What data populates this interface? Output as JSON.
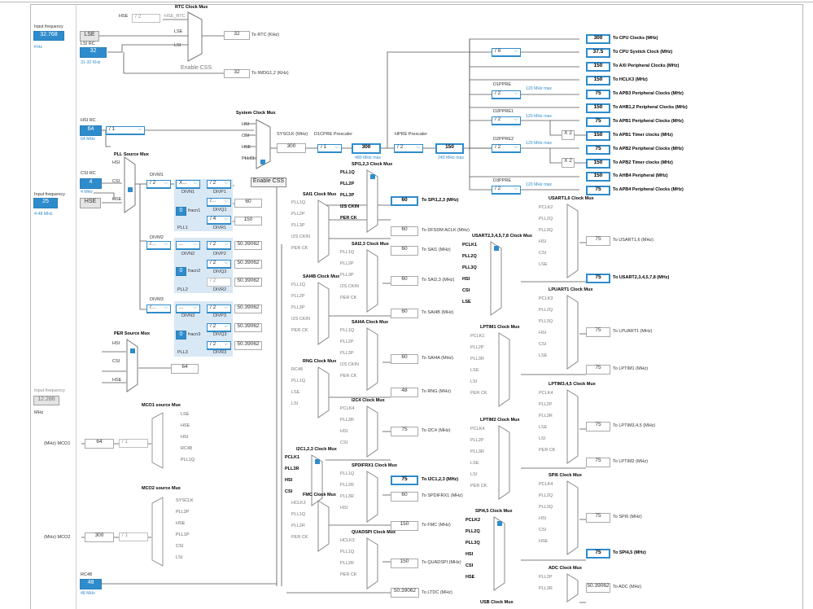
{
  "inputs": {
    "lse_freq_label": "Input frequency",
    "lse_freq_value": "32.768",
    "lse_freq_unit": "KHz",
    "lse_label": "LSE",
    "lsi_rc_label": "LSI RC",
    "lsi_value": "32",
    "lsi_range": "31-32 KHz",
    "hsi_rc_label": "HSI RC",
    "hsi_value": "64",
    "hsi_unit": "64 MHz",
    "hsi_div": "/ 1",
    "csi_rc_label": "CSI RC",
    "csi_value": "4",
    "csi_unit": "4 MHz",
    "hse_freq_label": "Input frequency",
    "hse_freq_value": "25",
    "hse_range": "4-48 MHz",
    "hse_label": "HSE",
    "i2s_freq_label": "Input frequency",
    "i2s_freq_value": "12.288",
    "i2s_freq_unit": "MHz",
    "hsi48_label": "RC48",
    "hsi48_value": "48",
    "hsi48_unit": "48 MHz"
  },
  "rtc": {
    "mux_label": "RTC Clock Mux",
    "hse_label": "HSE",
    "hse_div": "/ 2",
    "hse_rtc_label": "HSE_RTC",
    "lse_in": "LSE",
    "lsi_in": "LSI",
    "rtc_value": "32",
    "rtc_label": "To RTC (KHz)",
    "enable_css": "Enable CSS",
    "iwdg_value": "32",
    "iwdg_label": "To IWDG1,2 (KHz)"
  },
  "pll_source": {
    "mux_label": "PLL Source Mux",
    "in_hsi": "HSI",
    "in_csi": "CSI",
    "in_hse": "HSE"
  },
  "pll1": {
    "divm_label": "DIVM1",
    "divm_value": "/ 2",
    "divn_label": "DIVN1",
    "divn_value": "X...",
    "fracn_value": "0",
    "fracn_label": "fracn1",
    "pll_label": "PLL1",
    "divp_label": "DIVP1",
    "divp_value": "/ 2",
    "divq_label": "DIVQ1",
    "divq_value": "/...",
    "divq_out": "60",
    "divr_label": "DIVR1",
    "divr_value": "/ 4",
    "divr_out": "150"
  },
  "pll2": {
    "divm_label": "DIVM2",
    "divm_value": "/...",
    "divn_label": "DIVN2",
    "divn_value": "...",
    "fracn_value": "0",
    "fracn_label": "fracn2",
    "pll_label": "PLL2",
    "divp_label": "DIVP2",
    "divp_value": "/ 2",
    "divp_out": "50.39062",
    "divq_label": "DIVQ2",
    "divq_value": "/ 2",
    "divq_out": "50.39062",
    "divr_label": "DIVR2",
    "divr_value": "/ 2",
    "divr_out": "50.39062"
  },
  "pll3": {
    "divm_label": "DIVM3",
    "divm_value": "/...",
    "divn_label": "DIVN3",
    "divn_value": "...",
    "fracn_value": "0",
    "fracn_label": "fracn3",
    "pll_label": "PLL3",
    "divp_label": "DIVP3",
    "divp_value": "/ 2",
    "divp_out": "50.39062",
    "divq_label": "DIVQ3",
    "divq_value": "/ 2",
    "divq_out": "50.39062",
    "divr_label": "DIVR3",
    "divr_value": "/ 2",
    "divr_out": "50.39062"
  },
  "per_source": {
    "mux_label": "PER Source Mux",
    "in_hsi": "HSI",
    "in_csi": "CSI",
    "in_hse": "HSE",
    "out_value": "64"
  },
  "sysclk": {
    "mux_label": "System Clock Mux",
    "in_hsi": "HSI",
    "in_csi": "CSI",
    "in_hse": "HSE",
    "in_pll": "PLLCLK",
    "enable_css": "Enable CSS",
    "sysclk_label": "SYSCLK (MHz)",
    "sysclk_value": "300",
    "d1cpre_label": "D1CPRE Prescaler",
    "d1cpre_value": "/ 1",
    "cpu_value": "300",
    "cpu_max": "480 MHz max",
    "hpre_label": "HPRE Prescaler",
    "hpre_value": "/ 2",
    "hclk_value": "150",
    "hclk_max": "240 MHz max",
    "systick_div": "/ 8"
  },
  "outputs": [
    {
      "value": "300",
      "label": "To CPU Clocks (MHz)"
    },
    {
      "value": "37.5",
      "label": "To CPU Systick Clock (MHz)"
    },
    {
      "value": "150",
      "label": "To AXI Peripheral Clocks (MHz)"
    },
    {
      "value": "150",
      "label": "To HCLK3 (MHz)"
    },
    {
      "value": "75",
      "label": "To APB3 Peripheral Clocks (MHz)"
    },
    {
      "value": "150",
      "label": "To AHB1,2 Peripheral Clocks (MHz)"
    },
    {
      "value": "75",
      "label": "To APB1 Peripheral Clocks (MHz)"
    },
    {
      "value": "150",
      "label": "To APB1 Timer clocks (MHz)"
    },
    {
      "value": "75",
      "label": "To APB2 Peripheral Clocks (MHz)"
    },
    {
      "value": "150",
      "label": "To APB2 Timer clocks (MHz)"
    },
    {
      "value": "150",
      "label": "To AHB4 Peripheral (MHz)"
    },
    {
      "value": "75",
      "label": "To APB4 Peripheral Clocks (MHz)"
    }
  ],
  "prescalers": {
    "d1ppre_label": "D1PPRE",
    "d1ppre_value": "/ 2",
    "d2ppre1_label": "D2PPRE1",
    "d2ppre1_value": "/ 2",
    "d2ppre2_label": "D2PPRE2",
    "d2ppre2_value": "/ 2",
    "d3ppre_label": "D3PPRE",
    "d3ppre_value": "/ 2",
    "ahb_div": "/ 2",
    "max_120": "120 MHz max",
    "x2": "X 2"
  },
  "mco": {
    "mco1_mux": "MCO1 source Mux",
    "mco1_inputs": [
      "LSE",
      "HSE",
      "HSI",
      "RC48",
      "PLL1Q"
    ],
    "mco1_value": "64",
    "mco1_div": "/ 1",
    "mco1_label": "(MHz) MCO1",
    "mco2_mux": "MCO2 source Mux",
    "mco2_inputs": [
      "SYSCLK",
      "PLL2P",
      "HSE",
      "PLL1P",
      "CSI",
      "LSI"
    ],
    "mco2_value": "300",
    "mco2_div": "/ 1",
    "mco2_label": "(MHz) MCO2"
  },
  "mid_muxes": [
    {
      "title": "SPI1,2,3 Clock Mux",
      "inputs": [
        "PLL1Q",
        "PLL2P",
        "PLL3P",
        "I2S_CKIN",
        "PER_CK"
      ],
      "value": "60",
      "label": "To SPI1,2,3 (MHz)",
      "hl": true
    },
    {
      "title": "SAI1 Clock Mux",
      "inputs": [
        "PLL1Q",
        "PLL2P",
        "PLL3P",
        "I2S_CKIN",
        "PER_CK"
      ],
      "value": "60",
      "label": "To DFSDM ACLK (MHz)",
      "value2": "60",
      "label2": "To SAI1 (MHz)"
    },
    {
      "title": "SAI2,3 Clock Mux",
      "inputs": [
        "PLL1Q",
        "PLL2P",
        "PLL3P",
        "I2S_CKIN",
        "PER_CK"
      ],
      "value": "60",
      "label": "To SAI2,3 (MHz)"
    },
    {
      "title": "SAI4B Clock Mux",
      "inputs": [
        "PLL1Q",
        "PLL2P",
        "PLL3P",
        "I2S_CKIN",
        "PER_CK"
      ],
      "value": "60",
      "label": "To SAI4B (MHz)"
    },
    {
      "title": "SAI4A Clock Mux",
      "inputs": [
        "PLL1Q",
        "PLL2P",
        "PLL3P",
        "I2S_CKIN",
        "PER_CK"
      ],
      "value": "60",
      "label": "To SAI4A (MHz)"
    },
    {
      "title": "RNG Clock Mux",
      "inputs": [
        "RC48",
        "PLL1Q",
        "LSE",
        "LSI"
      ],
      "value": "48",
      "label": "To RNG (MHz)"
    },
    {
      "title": "I2C4 Clock Mux",
      "inputs": [
        "PCLK4",
        "PLL3R",
        "HSI",
        "CSI"
      ],
      "value": "75",
      "label": "To I2C4 (MHz)"
    },
    {
      "title": "I2C1,2,3 Clock Mux",
      "inputs": [
        "PCLK1",
        "PLL3R",
        "HSI",
        "CSI"
      ],
      "value": "75",
      "label": "To I2C1,2,3 (MHz)",
      "hl": true
    },
    {
      "title": "SPDIFRX1 Clock Mux",
      "inputs": [
        "PLL1Q",
        "PLL2R",
        "PLL3R",
        "HSI"
      ],
      "value": "60",
      "label": "To SPDIFRX1 (MHz)"
    },
    {
      "title": "FMC Clock Mux",
      "inputs": [
        "HCLK3",
        "PLL1Q",
        "PLL2R",
        "PER_CK"
      ],
      "value": "150",
      "label": "To FMC (MHz)"
    },
    {
      "title": "QUADSPI Clock Mux",
      "inputs": [
        "HCLK3",
        "PLL1Q",
        "PLL2R",
        "PER_CK"
      ],
      "value": "150",
      "label": "To QUADSPI (MHz)"
    }
  ],
  "ltdc": {
    "value": "50.39062",
    "label": "To LTDC (MHz)"
  },
  "right_muxes": [
    {
      "title": "USART1,6 Clock Mux",
      "inputs": [
        "PCLK2",
        "PLL2Q",
        "PLL3Q",
        "HSI",
        "CSI",
        "LSE"
      ],
      "value": "75",
      "label": "To USART1,6 (MHz)"
    },
    {
      "title": "USART2,3,4,5,7,8 Clock Mux",
      "inputs": [
        "PCLK1",
        "PLL2Q",
        "PLL3Q",
        "HSI",
        "CSI",
        "LSE"
      ],
      "value": "75",
      "label": "To USART2,3,4,5,7,8 (MHz)",
      "hl": true
    },
    {
      "title": "LPUART1 Clock Mux",
      "inputs": [
        "PCLK3",
        "PLL2Q",
        "PLL3Q",
        "HSI",
        "CSI",
        "LSE"
      ],
      "value": "75",
      "label": "To LPUART1 (MHz)"
    },
    {
      "title": "LPTIM1 Clock Mux",
      "inputs": [
        "PCLK1",
        "PLL2P",
        "PLL3R",
        "LSE",
        "LSI",
        "PER_CK"
      ],
      "value": "75",
      "label": "To LPTIM1 (MHz)"
    },
    {
      "title": "LPTIM3,4,5 Clock Mux",
      "inputs": [
        "PCLK4",
        "PLL2P",
        "PLL3R",
        "LSE",
        "LSI",
        "PER_CK"
      ],
      "value": "75",
      "label": "To LPTIM3,4,5 (MHz)"
    },
    {
      "title": "LPTIM2 Clock Mux",
      "inputs": [
        "PCLK4",
        "PLL2P",
        "PLL3R",
        "LSE",
        "LSI",
        "PER_CK"
      ],
      "value": "75",
      "label": "To LPTIM2 (MHz)"
    },
    {
      "title": "SPI6 Clock Mux",
      "inputs": [
        "PCLK4",
        "PLL2Q",
        "PLL3Q",
        "HSI",
        "CSI",
        "HSE"
      ],
      "value": "75",
      "label": "To SPI6 (MHz)"
    },
    {
      "title": "SPI4,5 Clock Mux",
      "inputs": [
        "PCLK2",
        "PLL2Q",
        "PLL3Q",
        "HSI",
        "CSI",
        "HSE"
      ],
      "value": "75",
      "label": "To SPI4,5 (MHz)",
      "hl": true
    },
    {
      "title": "ADC Clock Mux",
      "inputs": [
        "PLL2P",
        "PLL3R"
      ],
      "value": "50.39062",
      "label": "To ADC (MHz)"
    },
    {
      "title": "USB Clock Mux",
      "inputs": [],
      "value": "",
      "label": ""
    }
  ],
  "colors": {
    "accent": "#2f8ccc",
    "line": "#555555"
  }
}
